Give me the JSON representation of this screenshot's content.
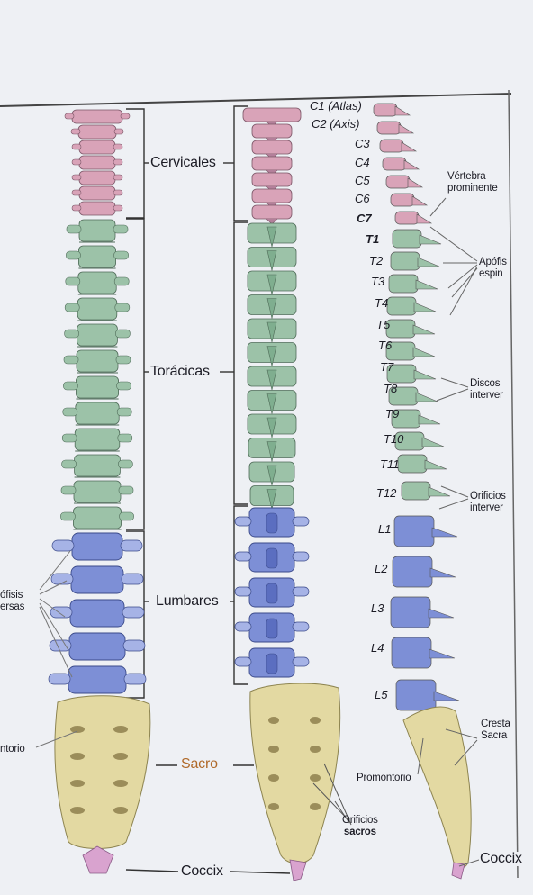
{
  "colors": {
    "cervical": "#d9a3b8",
    "thoracic": "#9cc2a8",
    "lumbar": "#7d8fd6",
    "sacrum": "#e3d9a2",
    "coccyx": "#d9a3cf"
  },
  "regions": {
    "cervicales": "Cervicales",
    "toracicas": "Torácicas",
    "lumbares": "Lumbares",
    "sacro": "Sacro",
    "coccix": "Coccix"
  },
  "left_labels": {
    "apofisis_line1": "óﬁsis",
    "apofisis_line2": "ersas",
    "promontorio": "ntorio"
  },
  "middle_labels": {
    "orificios_sacros_line1": "Orificios",
    "orificios_sacros_line2": "sacros"
  },
  "vertebra_labels": [
    "C1 (Atlas)",
    "C2 (Axis)",
    "C3",
    "C4",
    "C5",
    "C6",
    "C7",
    "T1",
    "T2",
    "T3",
    "T4",
    "T5",
    "T6",
    "T7",
    "T8",
    "T9",
    "T10",
    "T11",
    "T12",
    "L1",
    "L2",
    "L3",
    "L4",
    "L5"
  ],
  "right_labels": {
    "vertebra_prominente_line1": "Vértebra",
    "vertebra_prominente_line2": "prominente",
    "apofisis_espinosas_line1": "Apófis",
    "apofisis_espinosas_line2": "espin",
    "discos_line1": "Discos",
    "discos_line2": "interver",
    "orificios_line1": "Orificios",
    "orificios_line2": "interver",
    "cresta_line1": "Cresta",
    "cresta_line2": "Sacra",
    "promontorio": "Promontorio",
    "coccix": "Coccix"
  }
}
